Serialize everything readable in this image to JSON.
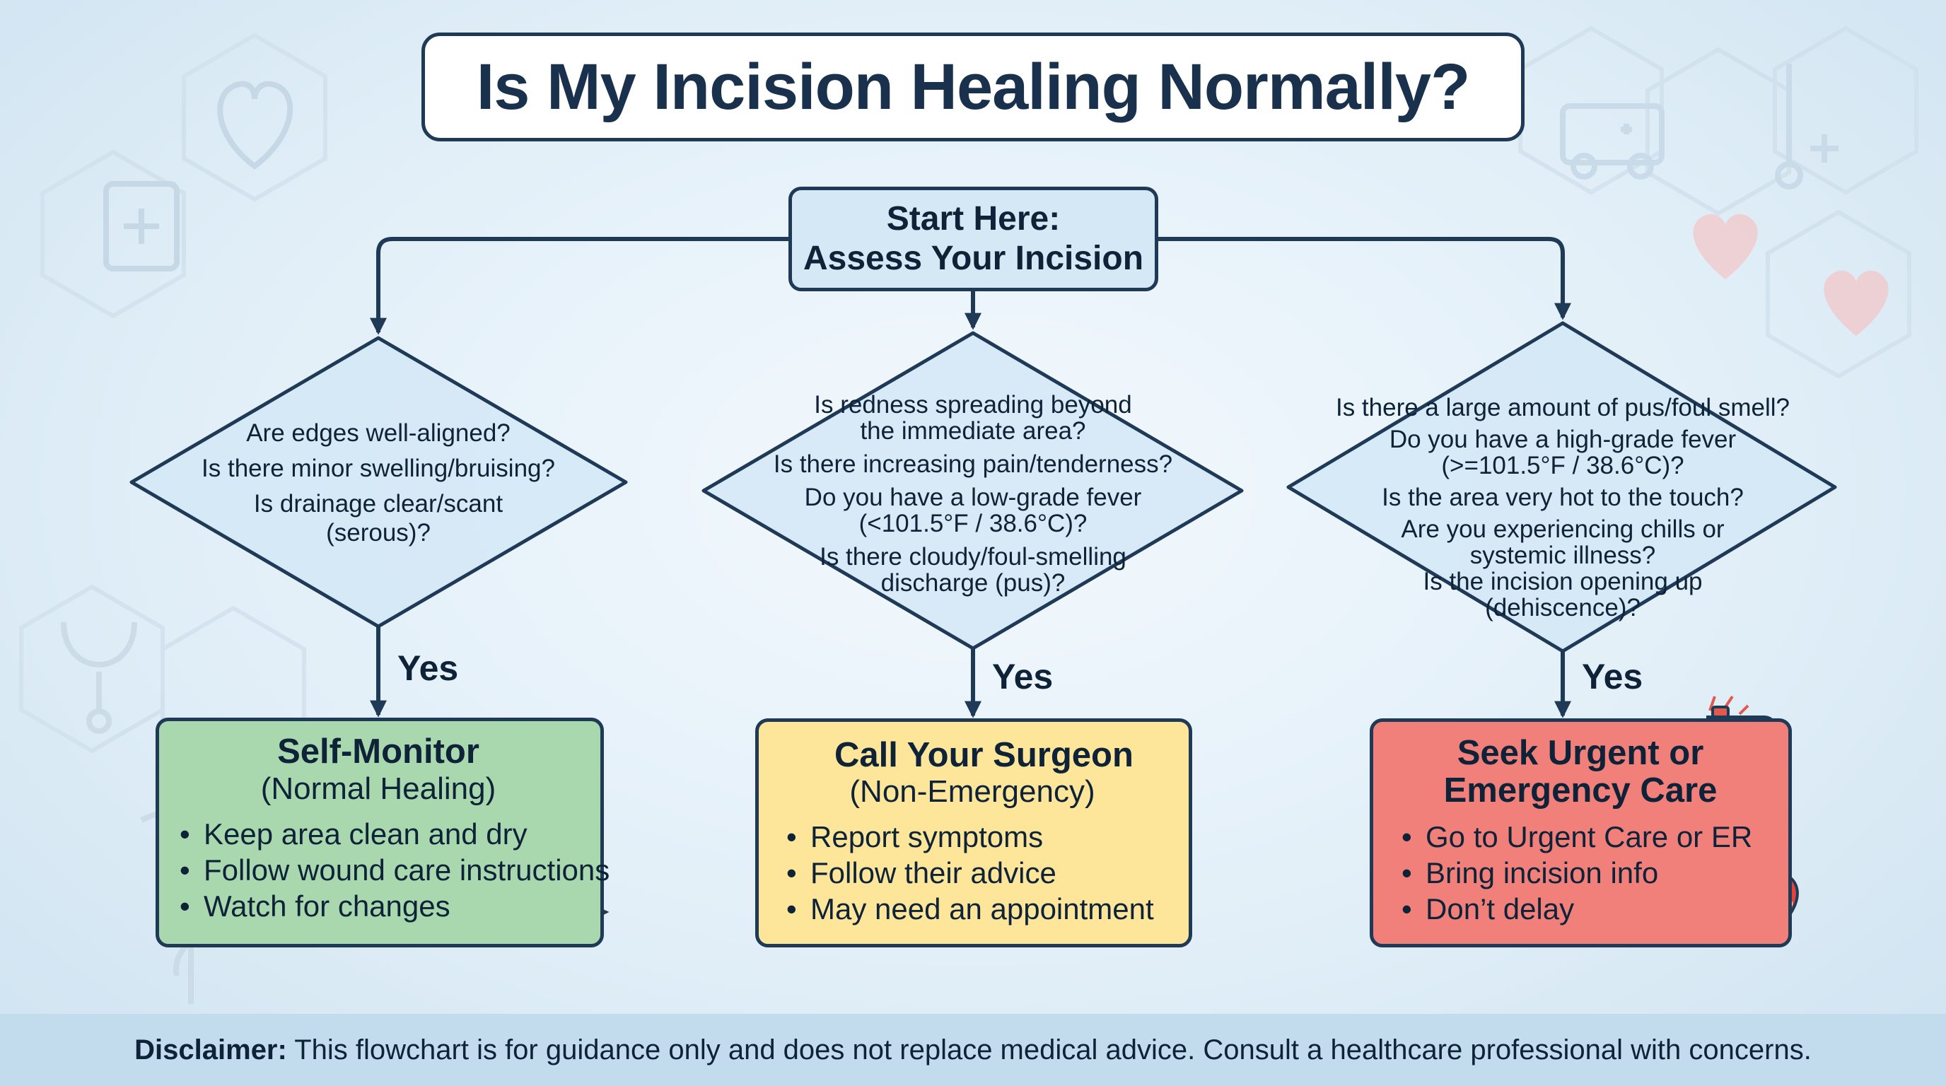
{
  "title": "Is My Incision Healing Normally?",
  "start": {
    "line1": "Start Here:",
    "line2": "Assess Your Incision"
  },
  "branches": [
    {
      "questions": [
        "Are edges well-aligned?",
        "Is there minor swelling/bruising?",
        "Is drainage clear/scant",
        "(serous)?"
      ],
      "yes_label": "Yes",
      "outcome": {
        "title": "Self-Monitor",
        "subtitle": "(Normal Healing)",
        "bullets": [
          "Keep area clean and dry",
          "Follow wound care instructions",
          "Watch for changes"
        ],
        "color": "#a9d8ae",
        "icons": [
          "calendar-check-icon",
          "bandage-icon"
        ]
      }
    },
    {
      "questions": [
        "Is redness spreading beyond",
        "the immediate area?",
        "Is there increasing pain/tenderness?",
        "Do you have a low-grade fever",
        "(<101.5°F / 38.6°C)?",
        "Is there cloudy/foul-smelling",
        "discharge (pus)?"
      ],
      "yes_label": "Yes",
      "outcome": {
        "title": "Call Your Surgeon",
        "subtitle": "(Non-Emergency)",
        "bullets": [
          "Report symptoms",
          "Follow their advice",
          "May need an appointment"
        ],
        "color": "#fde599",
        "icons": [
          "phone-icon",
          "thermometer-icon",
          "thermometer-icon"
        ]
      }
    },
    {
      "questions": [
        "Is there a large amount of pus/foul smell?",
        "Do you have a high-grade fever",
        "(>=101.5°F / 38.6°C)?",
        "Is the area very hot to the touch?",
        "Are you experiencing chills or",
        "systemic illness?",
        "Is the incision opening up",
        "(dehiscence)?"
      ],
      "yes_label": "Yes",
      "outcome": {
        "title_line1": "Seek Urgent or",
        "title_line2": "Emergency Care",
        "bullets": [
          "Go to Urgent Care or ER",
          "Bring incision info",
          "Don’t delay"
        ],
        "color": "#f08079",
        "icons": [
          "ambulance-icon",
          "heart-pulse-icon"
        ]
      }
    }
  ],
  "disclaimer": {
    "label": "Disclaimer:",
    "text": " This flowchart is for guidance only and does not replace medical advice. Consult a healthcare professional with concerns."
  },
  "colors": {
    "outline": "#1f3a56",
    "start_fill": "#d4e8f6",
    "diamond_fill": "#d4e8f6",
    "footer": "#c2dcee"
  }
}
